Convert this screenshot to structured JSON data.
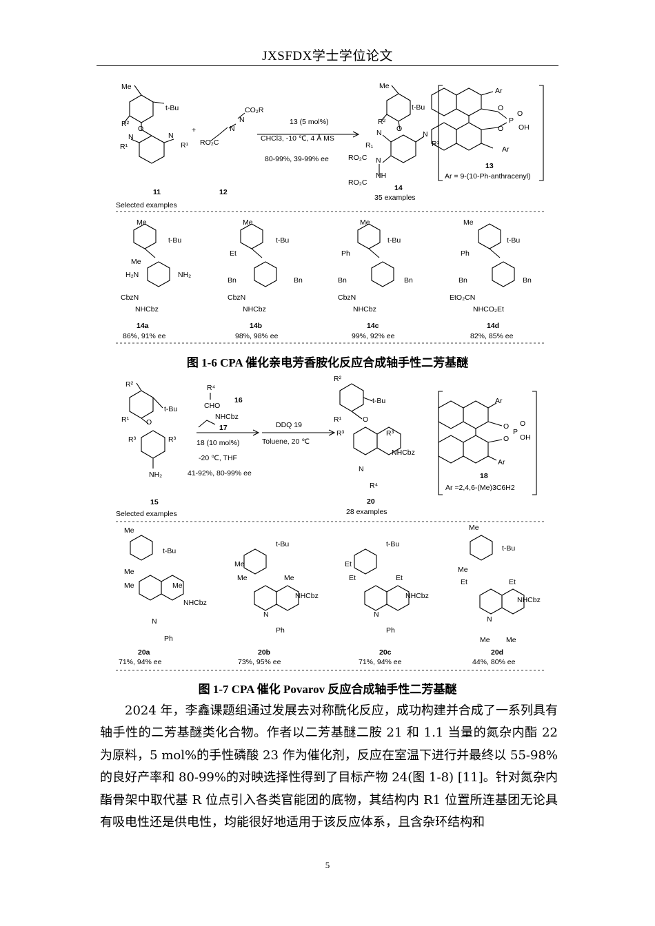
{
  "header": {
    "title": "JXSFDX学士学位论文"
  },
  "figure6": {
    "caption": "图 1-6  CPA 催化亲电芳香胺化反应合成轴手性二芳基醚",
    "reactant1": "11",
    "reactant2": "12",
    "selected": "Selected examples",
    "plus": "+",
    "cond_cat": "13 (5 mol%)",
    "cond_solvent": "CHCl3, -10 ℃, 4 Å MS",
    "cond_yield": "80-99%, 39-99% ee",
    "product": "14",
    "product_count": "35 examples",
    "catalyst": "13",
    "catalyst_ar": "Ar = 9-(10-Ph-anthracenyl)",
    "examples": [
      {
        "id": "14a",
        "result": "86%, 91% ee"
      },
      {
        "id": "14b",
        "result": "98%, 98% ee"
      },
      {
        "id": "14c",
        "result": "99%, 92% ee"
      },
      {
        "id": "14d",
        "result": "82%, 85% ee"
      }
    ]
  },
  "figure7": {
    "caption": "图 1-7  CPA 催化 Povarov 反应合成轴手性二芳基醚",
    "reactant": "15",
    "selected": "Selected examples",
    "aldehyde": "16",
    "enamine": "17",
    "cond_cat": "18 (10 mol%)",
    "cond_temp": "-20 ℃, THF",
    "cond_yield": "41-92%, 80-99% ee",
    "oxidant": "DDQ 19",
    "oxidant_cond": "Toluene, 20 ℃",
    "product": "20",
    "product_count": "28 examples",
    "catalyst": "18",
    "catalyst_ar": "Ar =2,4,6-(Me)3C6H2",
    "examples": [
      {
        "id": "20a",
        "result": "71%, 94% ee"
      },
      {
        "id": "20b",
        "result": "73%, 95% ee"
      },
      {
        "id": "20c",
        "result": "71%, 94% ee"
      },
      {
        "id": "20d",
        "result": "44%, 80% ee"
      }
    ]
  },
  "body": {
    "p1": "2024 年，李鑫课题组通过发展去对称酰化反应，成功构建并合成了一系列具有轴手性的二芳基醚类化合物。作者以二芳基醚二胺 21 和 1.1 当量的氮杂内酯 22 为原料，5 mol%的手性磷酸 23 作为催化剂，反应在室温下进行并最终以 55-98%的良好产率和 80-99%的对映选择性得到了目标产物 24(图 1-8) [11]。针对氮杂内酯骨架中取代基 R 位点引入各类官能团的底物，其结构内 R1 位置所连基团无论具有吸电性还是供电性，均能很好地适用于该反应体系，且含杂环结构和"
  },
  "page_number": "5"
}
